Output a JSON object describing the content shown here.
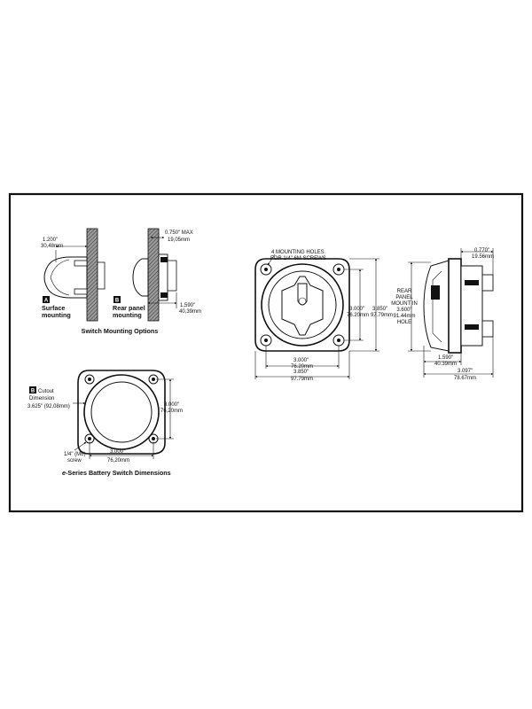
{
  "surface": {
    "dim_in": "1.200\"",
    "dim_mm": "30,48mm",
    "badge": "A",
    "label_line1": "Surface",
    "label_line2": "mounting"
  },
  "rear": {
    "max_in": "0.750\" MAX",
    "max_mm": "19,05mm",
    "depth_in": "1,590\"",
    "depth_mm": "40,39mm",
    "badge": "B",
    "label_line1": "Rear panel",
    "label_line2": "mounting"
  },
  "switch_mounting_title": "Switch Mounting Options",
  "cutout": {
    "badge": "B",
    "label_line1": "Cutout",
    "label_line2": "Dimension",
    "diameter": "3.625\" (92,08mm)",
    "height_in": "3.000\"",
    "height_mm": "76,20mm",
    "width_in": "3,000\"",
    "width_mm": "76,20mm",
    "screw_line1": "1/4\" (M6)",
    "screw_line2": "screw"
  },
  "series_title_prefix": "e",
  "series_title": "-Series Battery Switch Dimensions",
  "front": {
    "holes_line1": "4 MOUNTING HOLES",
    "holes_line2": "FOR 1/4\" 6M SCREWS",
    "inner_h_in": "3.000\"",
    "inner_h_mm": "76.20mm",
    "outer_h_in": "3.850\"",
    "outer_h_mm": "97.79mm",
    "inner_w_in": "3.000\"",
    "inner_w_mm": "76.20mm",
    "outer_w_in": "3.850\"",
    "outer_w_mm": "97.79mm"
  },
  "side": {
    "top_in": "0.770\"",
    "top_mm": "19.56mm",
    "panel_line1": "REAR",
    "panel_line2": "PANEL",
    "panel_line3": "MOUNT IN",
    "panel_line4": "3.600\"",
    "panel_line5": "91.44mm",
    "panel_line6": "HOLE",
    "depth_in": "1.590\"",
    "depth_mm": "40.39mm",
    "total_in": "3.097\"",
    "total_mm": "78.67mm"
  }
}
